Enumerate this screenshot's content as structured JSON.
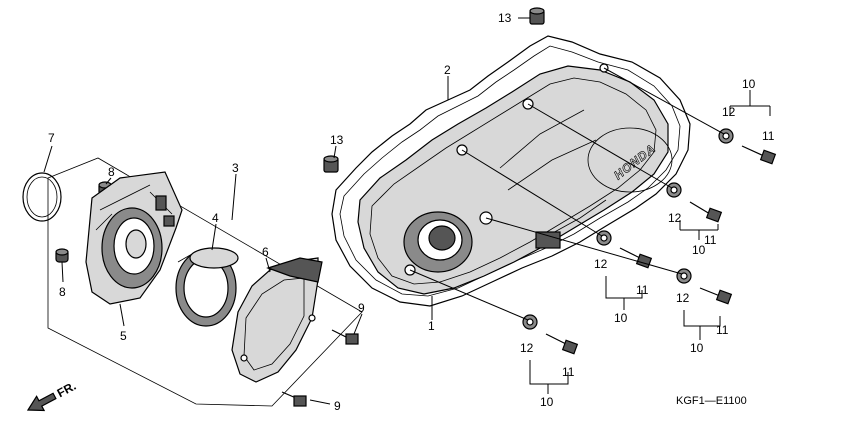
{
  "diagram": {
    "parts": {
      "p1": "1",
      "p2": "2",
      "p3": "3",
      "p4": "4",
      "p5": "5",
      "p6": "6",
      "p7": "7",
      "p8": "8",
      "p9": "9",
      "p10": "10",
      "p11": "11",
      "p12": "12",
      "p13": "13"
    },
    "brand": "HONDA",
    "direction_label": "FR.",
    "diagram_code": "KGF1—E1100"
  }
}
